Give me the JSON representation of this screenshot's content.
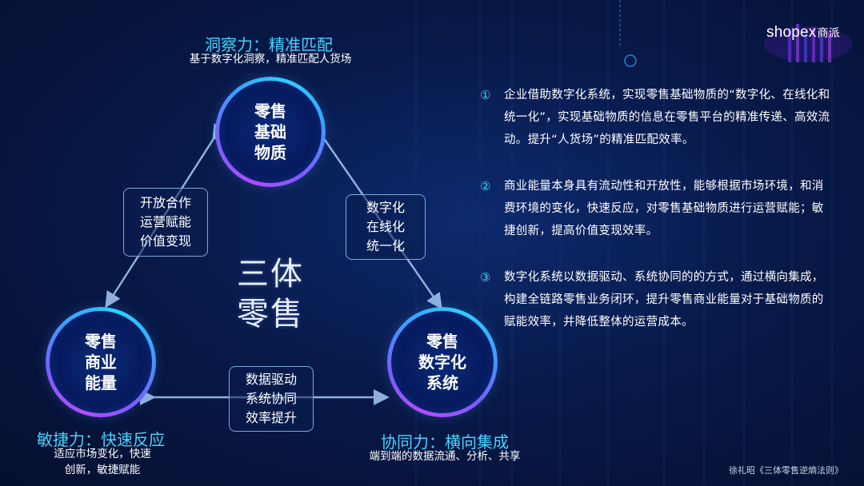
{
  "brand": {
    "name": "shopex",
    "name_cn": "商派"
  },
  "top": {
    "heading": "洞察力：精准匹配",
    "sub": "基于数字化洞察，精准匹配人货场"
  },
  "left": {
    "heading": "敏捷力：快速反应",
    "sub": [
      "适应市场变化，快速",
      "创新，敏捷赋能"
    ]
  },
  "right": {
    "heading": "协同力：横向集成",
    "sub": "端到端的数据流通、分析、共享"
  },
  "circles": {
    "top": "零售\n基础\n物质",
    "left": "零售\n商业\n能量",
    "right": "零售\n数字化\n系统"
  },
  "boxes": {
    "left_edge": "开放合作\n运营赋能\n价值变现",
    "right_edge": "数字化\n在线化\n统一化",
    "bottom_edge": "数据驱动\n系统协同\n效率提升"
  },
  "center_title": "三体\n零售",
  "points": [
    {
      "num": "①",
      "text": "企业借助数字化系统，实现零售基础物质的“数字化、在线化和统一化”，实现基础物质的信息在零售平台的精准传递、高效流动。提升“人货场”的精准匹配效率。"
    },
    {
      "num": "②",
      "text": "商业能量本身具有流动性和开放性，能够根据市场环境，和消费环境的变化，快速反应，对零售基础物质进行运营赋能；敏捷创新，提高价值变现效率。"
    },
    {
      "num": "③",
      "text": "数字化系统以数据驱动、系统协同的的方式，通过横向集成，构建全链路零售业务闭环，提升零售商业能量对于基础物质的赋能效率，并降低整体的运营成本。"
    }
  ],
  "footer": "徐礼昭《三体零售逆熵法则》",
  "colors": {
    "accent": "#45d4ff",
    "arrow": "#8fb0dc",
    "ring_start": "#b54bff",
    "ring_end": "#2ed0ff"
  }
}
